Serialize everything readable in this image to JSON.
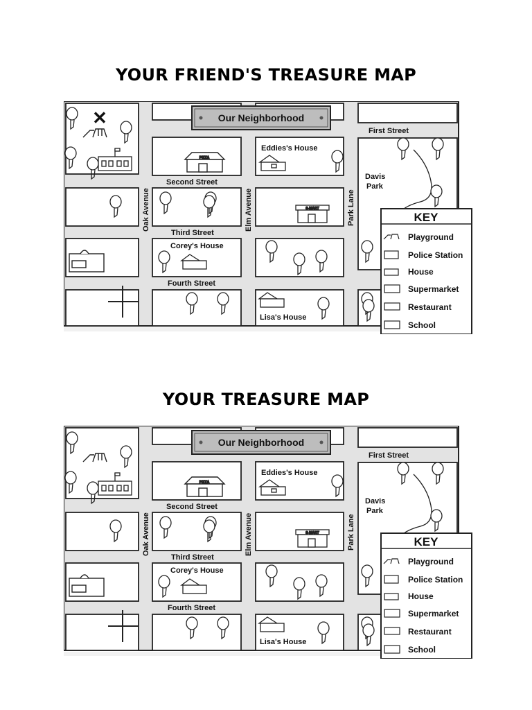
{
  "maps": [
    {
      "title": "YOUR FRIEND'S TREASURE MAP",
      "treasure_marker": "✕",
      "has_treasure_marker": true
    },
    {
      "title": "YOUR TREASURE MAP",
      "treasure_marker": "",
      "has_treasure_marker": false
    }
  ],
  "labels": {
    "sign": "Our Neighborhood",
    "first_street": "First Street",
    "second_street": "Second Street",
    "third_street": "Third Street",
    "fourth_street": "Fourth Street",
    "oak_avenue": "Oak Avenue",
    "elm_avenue": "Elm Avenue",
    "park_lane": "Park Lane",
    "eddies_house": "Eddies's House",
    "coreys_house": "Corey's House",
    "lisas_house": "Lisa's House",
    "davis_park_line1": "Davis",
    "davis_park_line2": "Park",
    "pizza_sign": "PIZZA",
    "mart_sign": "S-MART"
  },
  "key": {
    "title": "KEY",
    "items": [
      "Playground",
      "Police Station",
      "House",
      "Supermarket",
      "Restaurant",
      "School"
    ]
  },
  "colors": {
    "road": "#e3e3e3",
    "block": "#ffffff",
    "outline": "#222222",
    "treasure": "#e8261c",
    "sign_fill": "#bdbdbd"
  },
  "icons": [
    "tree-icon",
    "playground-icon",
    "school-icon",
    "police-station-icon",
    "house-icon",
    "supermarket-icon",
    "restaurant-icon",
    "compass-cross-icon",
    "treasure-x-icon"
  ]
}
